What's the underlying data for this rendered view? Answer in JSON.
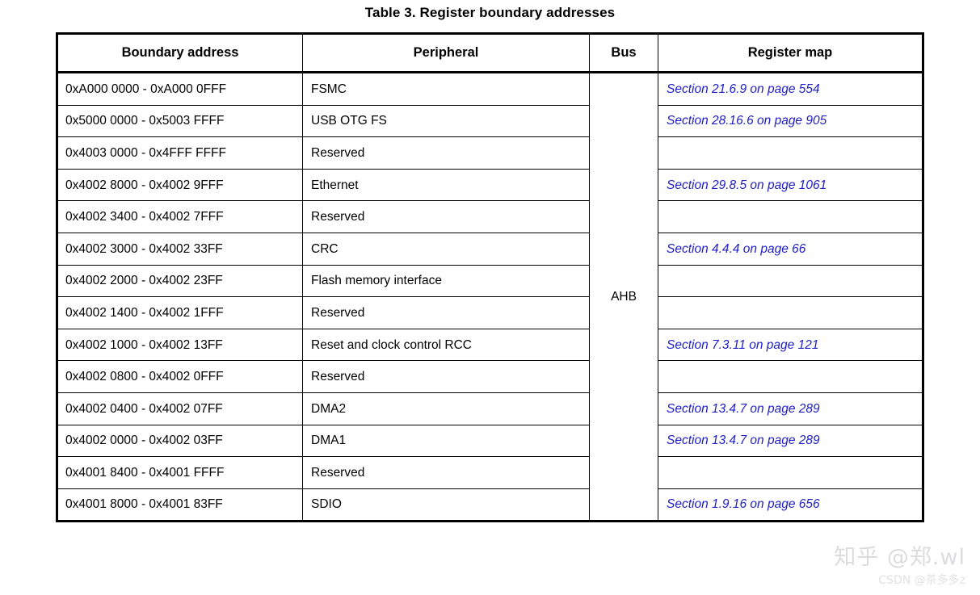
{
  "title": "Table 3. Register boundary addresses",
  "table": {
    "columns": [
      {
        "key": "boundary_address",
        "label": "Boundary address"
      },
      {
        "key": "peripheral",
        "label": "Peripheral"
      },
      {
        "key": "bus",
        "label": "Bus"
      },
      {
        "key": "register_map",
        "label": "Register map"
      }
    ],
    "bus_group": {
      "label": "AHB",
      "rowspan": 14
    },
    "link_color": "#2020c8",
    "rows": [
      {
        "boundary_address": "0xA000 0000 - 0xA000 0FFF",
        "peripheral": "FSMC",
        "register_map": "Section 21.6.9 on page 554"
      },
      {
        "boundary_address": "0x5000 0000 - 0x5003 FFFF",
        "peripheral": "USB OTG FS",
        "register_map": "Section 28.16.6 on page 905"
      },
      {
        "boundary_address": "0x4003 0000 - 0x4FFF FFFF",
        "peripheral": "Reserved",
        "register_map": ""
      },
      {
        "boundary_address": "0x4002 8000 - 0x4002 9FFF",
        "peripheral": "Ethernet",
        "register_map": "Section 29.8.5 on page 1061"
      },
      {
        "boundary_address": "0x4002 3400 - 0x4002 7FFF",
        "peripheral": "Reserved",
        "register_map": ""
      },
      {
        "boundary_address": "0x4002 3000 - 0x4002 33FF",
        "peripheral": "CRC",
        "register_map": "Section 4.4.4 on page 66"
      },
      {
        "boundary_address": "0x4002 2000 - 0x4002 23FF",
        "peripheral": "Flash memory interface",
        "register_map": ""
      },
      {
        "boundary_address": "0x4002 1400 - 0x4002 1FFF",
        "peripheral": "Reserved",
        "register_map": ""
      },
      {
        "boundary_address": "0x4002 1000 - 0x4002 13FF",
        "peripheral": "Reset and clock control RCC",
        "register_map": "Section 7.3.11 on page 121"
      },
      {
        "boundary_address": "0x4002 0800 - 0x4002 0FFF",
        "peripheral": "Reserved",
        "register_map": ""
      },
      {
        "boundary_address": "0x4002 0400 - 0x4002 07FF",
        "peripheral": "DMA2",
        "register_map": "Section 13.4.7 on page 289"
      },
      {
        "boundary_address": "0x4002 0000 - 0x4002 03FF",
        "peripheral": "DMA1",
        "register_map": "Section 13.4.7 on page 289"
      },
      {
        "boundary_address": "0x4001 8400 - 0x4001 FFFF",
        "peripheral": "Reserved",
        "register_map": ""
      },
      {
        "boundary_address": "0x4001 8000 - 0x4001 83FF",
        "peripheral": "SDIO",
        "register_map": "Section 1.9.16 on page 656"
      }
    ]
  },
  "watermarks": {
    "zhihu": "知乎 @郑.wl",
    "csdn": "CSDN @茶多多z"
  }
}
